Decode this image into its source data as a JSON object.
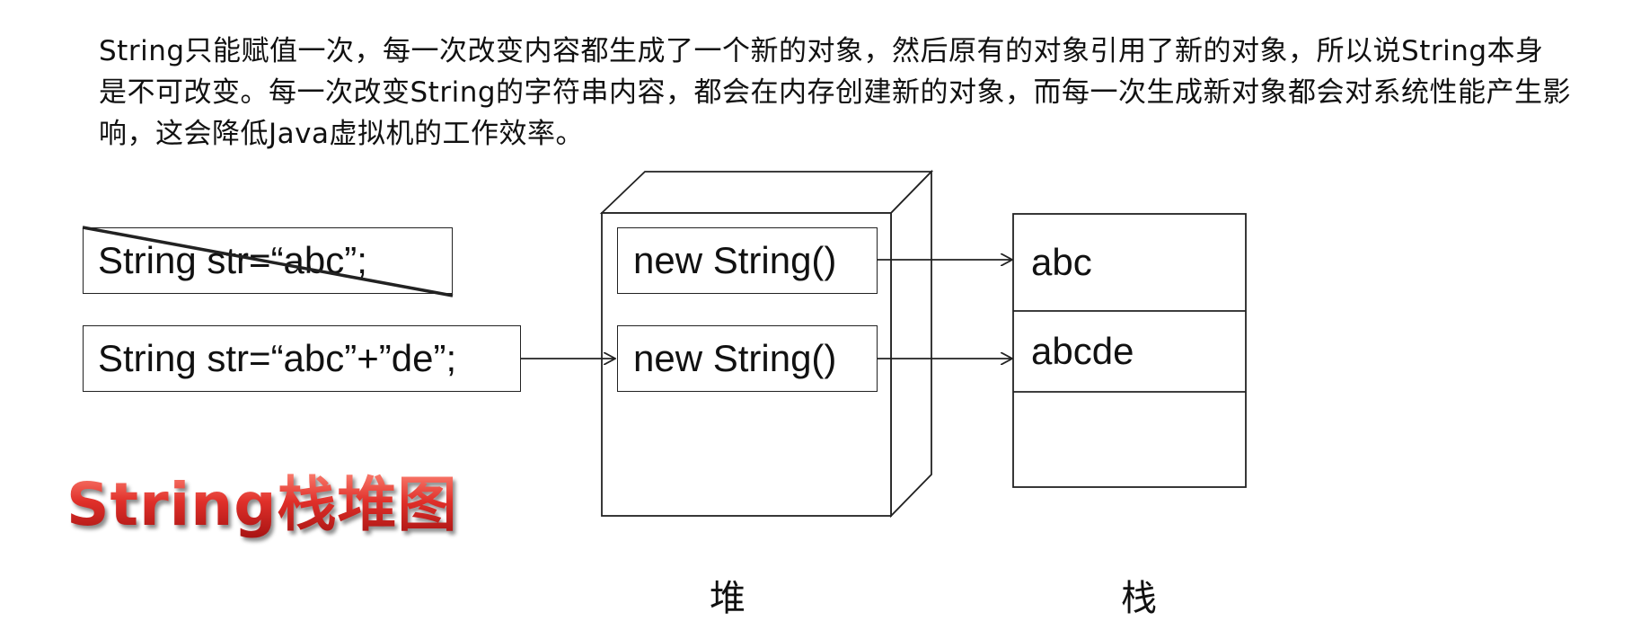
{
  "intro_text": "String只能赋值一次，每一次改变内容都生成了一个新的对象，然后原有的对象引用了新的对象，所以说String本身是不可改变。每一次改变String的字符串内容，都会在内存创建新的对象，而每一次生成新对象都会对系统性能产生影响，这会降低Java虚拟机的工作效率。",
  "code_boxes": [
    {
      "text": "String str=“abc”;",
      "crossed_out": true
    },
    {
      "text": "String str=“abc”+”de”;",
      "crossed_out": false
    }
  ],
  "heap": {
    "caption": "堆",
    "objects": [
      "new String()",
      "new String()"
    ]
  },
  "stack": {
    "caption": "栈",
    "cells": [
      "abc",
      "abcde",
      ""
    ]
  },
  "title": "String栈堆图",
  "colors": {
    "title_red": "#e0302a",
    "line": "#222222"
  }
}
